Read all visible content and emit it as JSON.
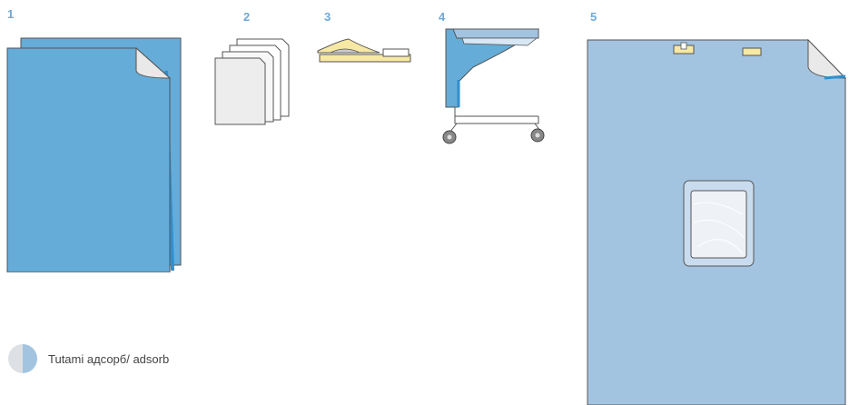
{
  "items": [
    {
      "number": "1",
      "name": "drape"
    },
    {
      "number": "2",
      "name": "paper towels"
    },
    {
      "number": "3",
      "name": "adhesive tape"
    },
    {
      "number": "4",
      "name": "instrument table cover"
    },
    {
      "number": "5",
      "name": "drape with window"
    }
  ],
  "legend": {
    "label": "Tutami адсорб/ adsorb"
  },
  "colors": {
    "drape_blue": "#65acd8",
    "drape_dark": "#3d97d3",
    "drape_light_blue": "#a3c4e1",
    "tape_yellow": "#f7e8a4",
    "corner_grey": "#e9e9e9",
    "outline": "#555555",
    "number_blue": "#6fa8d6"
  }
}
